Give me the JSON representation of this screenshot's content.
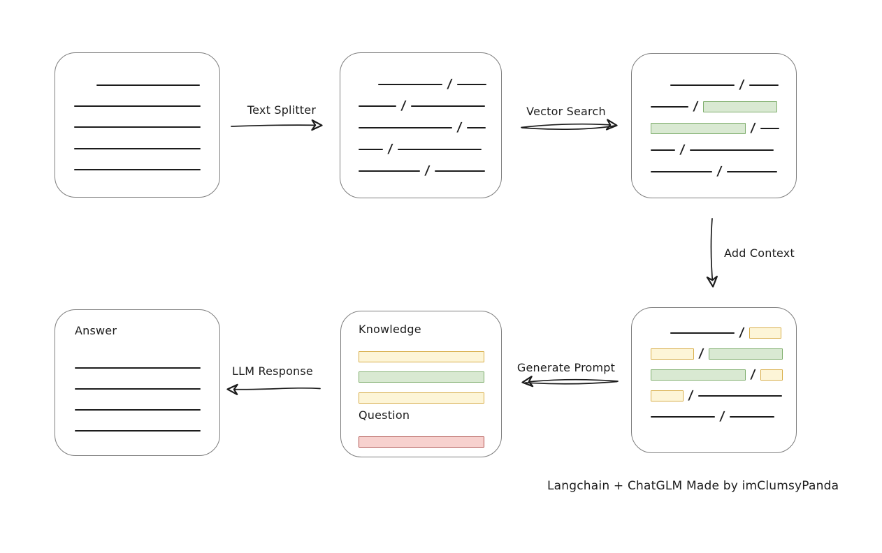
{
  "caption": "Langchain + ChatGLM Made by imClumsyPanda",
  "glyphs": {
    "slash": "/"
  },
  "colors": {
    "green": {
      "fill": "#d9e9d2",
      "stroke": "#7fae6d"
    },
    "yellow": {
      "fill": "#fdf5d7",
      "stroke": "#d8ae49"
    },
    "red": {
      "fill": "#f7d1ce",
      "stroke": "#b25450"
    },
    "line": "#1c1c1c",
    "box_border": "#7d7d7d"
  },
  "arrows": {
    "text_splitter": {
      "label": "Text Splitter"
    },
    "vector_search": {
      "label": "Vector Search"
    },
    "add_context": {
      "label": "Add Context"
    },
    "generate_prompt": {
      "label": "Generate Prompt"
    },
    "llm_response": {
      "label": "LLM Response"
    }
  },
  "boxes": {
    "source_document": {
      "rows": [
        {
          "h": 31,
          "segs": [
            {
              "t": "sp",
              "w": 32
            },
            {
              "t": "ln",
              "w": 148
            }
          ]
        },
        {
          "h": 30,
          "segs": [
            {
              "t": "ln",
              "w": 181
            }
          ]
        },
        {
          "h": 30,
          "segs": [
            {
              "t": "ln",
              "w": 181
            }
          ]
        },
        {
          "h": 31,
          "segs": [
            {
              "t": "ln",
              "w": 181
            }
          ]
        },
        {
          "h": 30,
          "segs": [
            {
              "t": "ln",
              "w": 181
            }
          ]
        }
      ]
    },
    "split_text": {
      "rows": [
        {
          "h": 31,
          "segs": [
            {
              "t": "sp",
              "w": 28
            },
            {
              "t": "ln",
              "w": 92
            },
            {
              "t": "sl"
            },
            {
              "t": "ln",
              "w": 42
            }
          ]
        },
        {
          "h": 31,
          "segs": [
            {
              "t": "ln",
              "w": 54
            },
            {
              "t": "sl"
            },
            {
              "t": "ln",
              "w": 106
            }
          ]
        },
        {
          "h": 31,
          "segs": [
            {
              "t": "ln",
              "w": 134
            },
            {
              "t": "sl"
            },
            {
              "t": "ln",
              "w": 27
            }
          ]
        },
        {
          "h": 31,
          "segs": [
            {
              "t": "ln",
              "w": 35
            },
            {
              "t": "sl"
            },
            {
              "t": "ln",
              "w": 120
            }
          ]
        },
        {
          "h": 31,
          "segs": [
            {
              "t": "ln",
              "w": 88
            },
            {
              "t": "sl"
            },
            {
              "t": "ln",
              "w": 72
            }
          ]
        }
      ]
    },
    "vector_matches": {
      "rows": [
        {
          "h": 31,
          "segs": [
            {
              "t": "sp",
              "w": 28
            },
            {
              "t": "ln",
              "w": 92
            },
            {
              "t": "sl"
            },
            {
              "t": "ln",
              "w": 42
            }
          ]
        },
        {
          "h": 31,
          "segs": [
            {
              "t": "ln",
              "w": 54
            },
            {
              "t": "sl"
            },
            {
              "t": "bar",
              "c": "green",
              "w": 106
            }
          ]
        },
        {
          "h": 31,
          "segs": [
            {
              "t": "bar",
              "c": "green",
              "w": 136
            },
            {
              "t": "sl"
            },
            {
              "t": "ln",
              "w": 27
            }
          ]
        },
        {
          "h": 31,
          "segs": [
            {
              "t": "ln",
              "w": 35
            },
            {
              "t": "sl"
            },
            {
              "t": "ln",
              "w": 120
            }
          ]
        },
        {
          "h": 31,
          "segs": [
            {
              "t": "ln",
              "w": 88
            },
            {
              "t": "sl"
            },
            {
              "t": "ln",
              "w": 72
            }
          ]
        }
      ]
    },
    "context_chunks": {
      "rows": [
        {
          "h": 30,
          "segs": [
            {
              "t": "sp",
              "w": 28
            },
            {
              "t": "ln",
              "w": 92
            },
            {
              "t": "sl"
            },
            {
              "t": "bar",
              "c": "yellow",
              "w": 46
            }
          ]
        },
        {
          "h": 30,
          "segs": [
            {
              "t": "bar",
              "c": "yellow",
              "w": 62
            },
            {
              "t": "sl"
            },
            {
              "t": "bar",
              "c": "green",
              "w": 106
            }
          ]
        },
        {
          "h": 30,
          "segs": [
            {
              "t": "bar",
              "c": "green",
              "w": 136
            },
            {
              "t": "sl"
            },
            {
              "t": "bar",
              "c": "yellow",
              "w": 32
            }
          ]
        },
        {
          "h": 30,
          "segs": [
            {
              "t": "bar",
              "c": "yellow",
              "w": 47
            },
            {
              "t": "sl"
            },
            {
              "t": "ln",
              "w": 120
            }
          ]
        },
        {
          "h": 30,
          "segs": [
            {
              "t": "ln",
              "w": 92
            },
            {
              "t": "sl"
            },
            {
              "t": "ln",
              "w": 64
            }
          ]
        }
      ]
    },
    "prompt": {
      "rows": [
        {
          "h": 34,
          "align": "top",
          "segs": [
            {
              "t": "label",
              "text": "Knowledge"
            }
          ]
        },
        {
          "h": 29,
          "segs": [
            {
              "t": "bar",
              "c": "yellow",
              "w": 180
            }
          ]
        },
        {
          "h": 30,
          "segs": [
            {
              "t": "bar",
              "c": "green",
              "w": 180
            }
          ]
        },
        {
          "h": 30,
          "segs": [
            {
              "t": "bar",
              "c": "yellow",
              "w": 180
            }
          ]
        },
        {
          "h": 33,
          "align": "top",
          "segs": [
            {
              "t": "label",
              "text": "Question"
            }
          ]
        },
        {
          "h": 29,
          "segs": [
            {
              "t": "bar",
              "c": "red",
              "w": 180
            }
          ]
        }
      ]
    },
    "answer": {
      "rows": [
        {
          "h": 48,
          "align": "top",
          "segs": [
            {
              "t": "label",
              "text": "Answer"
            }
          ]
        },
        {
          "h": 30,
          "segs": [
            {
              "t": "ln",
              "w": 180
            }
          ]
        },
        {
          "h": 30,
          "segs": [
            {
              "t": "ln",
              "w": 180
            }
          ]
        },
        {
          "h": 30,
          "segs": [
            {
              "t": "ln",
              "w": 180
            }
          ]
        },
        {
          "h": 30,
          "segs": [
            {
              "t": "ln",
              "w": 180
            }
          ]
        }
      ]
    }
  }
}
